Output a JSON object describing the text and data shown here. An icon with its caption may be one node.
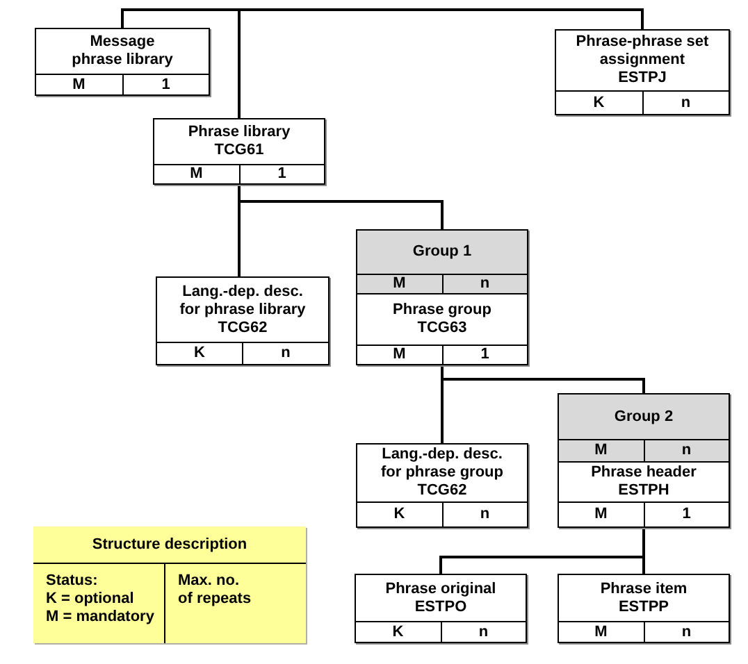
{
  "diagram": {
    "nodes": [
      {
        "text": [
          "Message phrase library",
          "M",
          "1"
        ]
      },
      {
        "text": [
          "Phrase-phrase set assignment",
          "ESTPJ",
          "K",
          "n"
        ]
      },
      {
        "text": [
          "Phrase library",
          "TCG61",
          "M",
          "1"
        ]
      },
      {
        "text": [
          "Group 1",
          "M",
          "n"
        ]
      },
      {
        "text": [
          "Lang.-dep. desc. for phrase library",
          "TCG62",
          "K",
          "n"
        ]
      },
      {
        "text": [
          "Phrase group",
          "TCG63",
          "M",
          "1"
        ]
      },
      {
        "text": [
          "Group 2",
          "M",
          "n"
        ]
      },
      {
        "text": [
          "Lang.-dep. desc. for phrase group",
          "TCG62",
          "K",
          "n"
        ]
      },
      {
        "text": [
          "Phrase header",
          "ESTPH",
          "M",
          "1"
        ]
      },
      {
        "text": [
          "Phrase original",
          "ESTPO",
          "K",
          "n"
        ]
      },
      {
        "text": [
          "Phrase item",
          "ESTPP",
          "M",
          "n"
        ]
      },
      {
        "text": [
          "Structure description",
          "Status:",
          "K = optional",
          "M = mandatory",
          "Max. no. of repeats"
        ]
      }
    ],
    "edges": [
      {
        "from": 0,
        "to": 2,
        "arrow": "none"
      },
      {
        "from": 0,
        "to": 1,
        "arrow": "none"
      },
      {
        "from": 2,
        "to": 3,
        "arrow": "none"
      },
      {
        "from": 2,
        "to": 4,
        "arrow": "none"
      },
      {
        "from": 5,
        "to": 6,
        "arrow": "none"
      },
      {
        "from": 5,
        "to": 7,
        "arrow": "none"
      },
      {
        "from": 8,
        "to": 9,
        "arrow": "none"
      },
      {
        "from": 8,
        "to": 10,
        "arrow": "none"
      }
    ]
  }
}
